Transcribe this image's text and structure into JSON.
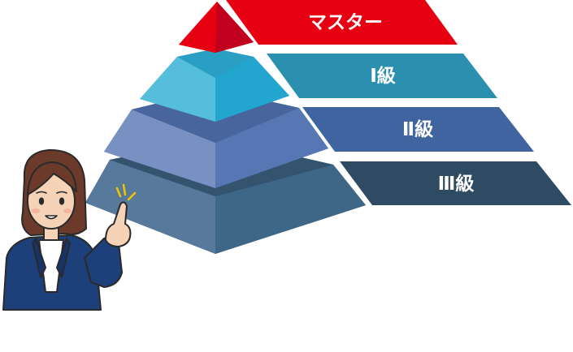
{
  "pyramid": {
    "levels": [
      {
        "label": "マスター",
        "color": "#e60012"
      },
      {
        "label": "Ⅰ級",
        "color": "#2b8fb0"
      },
      {
        "label": "Ⅱ級",
        "color": "#3f64a0"
      },
      {
        "label": "Ⅲ級",
        "color": "#2f4a63"
      }
    ]
  },
  "presenter": {
    "icon": "woman-pointing-up"
  }
}
